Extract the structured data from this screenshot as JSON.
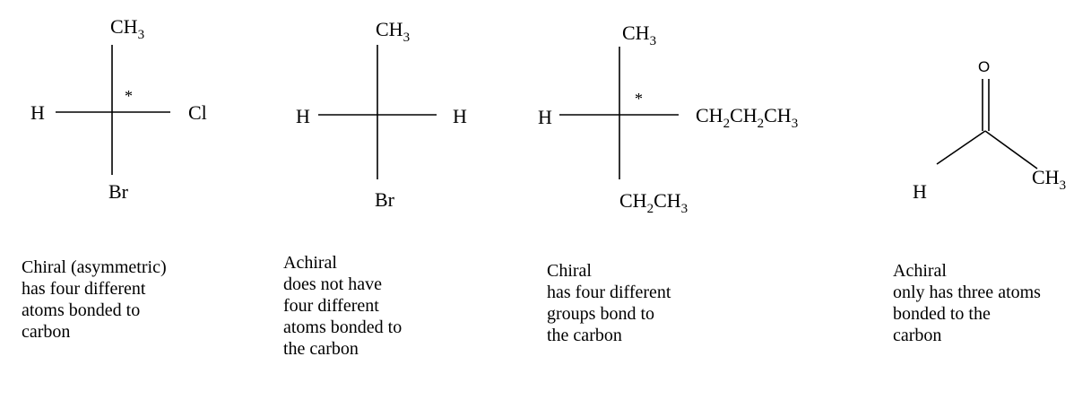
{
  "molecules": [
    {
      "top": "CH",
      "top_sub": "3",
      "left": "H",
      "right": "Cl",
      "bottom": "Br",
      "star": "*",
      "caption": {
        "title": "Chiral (asymmetric)",
        "lines": [
          "has four different",
          "atoms bonded to",
          "carbon"
        ]
      }
    },
    {
      "top": "CH",
      "top_sub": "3",
      "left": "H",
      "right": "H",
      "bottom": "Br",
      "caption": {
        "title": "Achiral",
        "lines": [
          "does not have",
          "four different",
          "atoms bonded to",
          "the carbon"
        ]
      }
    },
    {
      "top": "CH",
      "top_sub": "3",
      "left": "H",
      "right_parts": [
        "CH",
        "2",
        "CH",
        "2",
        "CH",
        "3"
      ],
      "bottom_parts": [
        "CH",
        "2",
        "CH",
        "3"
      ],
      "star": "*",
      "caption": {
        "title": "Chiral",
        "lines": [
          "has four different",
          "groups bond to",
          "the carbon"
        ]
      }
    },
    {
      "top": "O",
      "left": "H",
      "right": "CH",
      "right_sub": "3",
      "caption": {
        "title": "Achiral",
        "lines": [
          "only has three atoms",
          "bonded to the",
          "carbon"
        ]
      }
    }
  ]
}
